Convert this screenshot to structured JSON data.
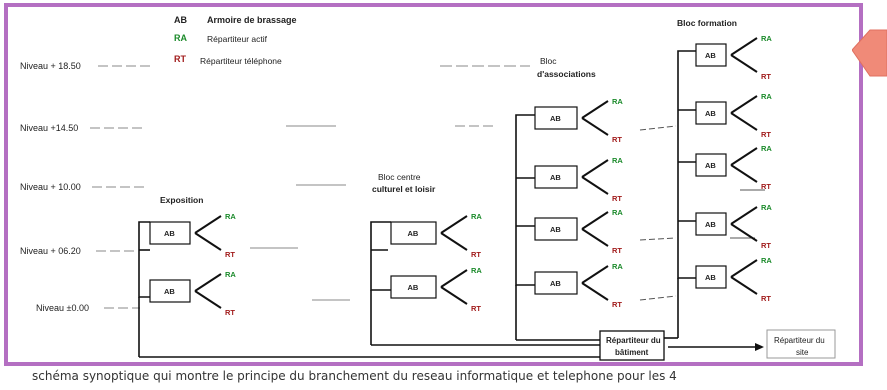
{
  "legend": [
    {
      "code": "AB",
      "text": "Armoire de brassage",
      "color": "#111111"
    },
    {
      "code": "RA",
      "text": "Répartiteur actif",
      "color": "#1a8a2a"
    },
    {
      "code": "RT",
      "text": "Répartiteur téléphone",
      "color": "#a11a1a"
    }
  ],
  "levels": [
    "Niveau + 18.50",
    "Niveau +14.50",
    "Niveau + 10.00",
    "Niveau + 06.20",
    "Niveau ±0.00"
  ],
  "blocks": {
    "exposition": "Exposition",
    "culturel_line1": "Bloc centre",
    "culturel_line2": "culturel et loisir",
    "associations_line1": "Bloc",
    "associations_line2": "d'associations",
    "formation": "Bloc formation"
  },
  "node_labels": {
    "ab": "AB",
    "ra": "RA",
    "rt": "RT"
  },
  "repartiteur_batiment_line1": "Répartiteur du",
  "repartiteur_batiment_line2": "bâtiment",
  "repartiteur_site_line1": "Répartiteur du",
  "repartiteur_site_line2": "site",
  "caption": "schéma synoptique qui montre le principe du branchement du reseau informatique et telephone pour les 4",
  "colors": {
    "frame": "#b46fc2",
    "ra": "#1a8a2a",
    "rt": "#a11a1a",
    "arrow_tab": "#f08a78"
  }
}
